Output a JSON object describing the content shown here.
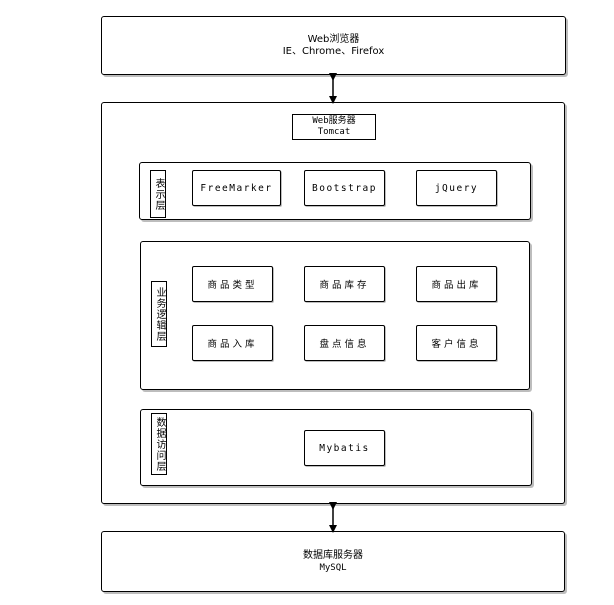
{
  "browser": {
    "line1": "Web浏览器",
    "line2": "IE、Chrome、Firefox"
  },
  "web_server": {
    "line1": "Web服务器",
    "line2": "Tomcat"
  },
  "presentation_layer": {
    "label": "表示层",
    "modules": [
      "FreeMarker",
      "Bootstrap",
      "jQuery"
    ]
  },
  "business_layer": {
    "label": "业务逻辑层",
    "modules": [
      "商品类型",
      "商品库存",
      "商品出库",
      "商品入库",
      "盘点信息",
      "客户信息"
    ]
  },
  "data_layer": {
    "label": "数据访问层",
    "modules": [
      "Mybatis"
    ]
  },
  "database": {
    "line1": "数据库服务器",
    "line2": "MySQL"
  }
}
